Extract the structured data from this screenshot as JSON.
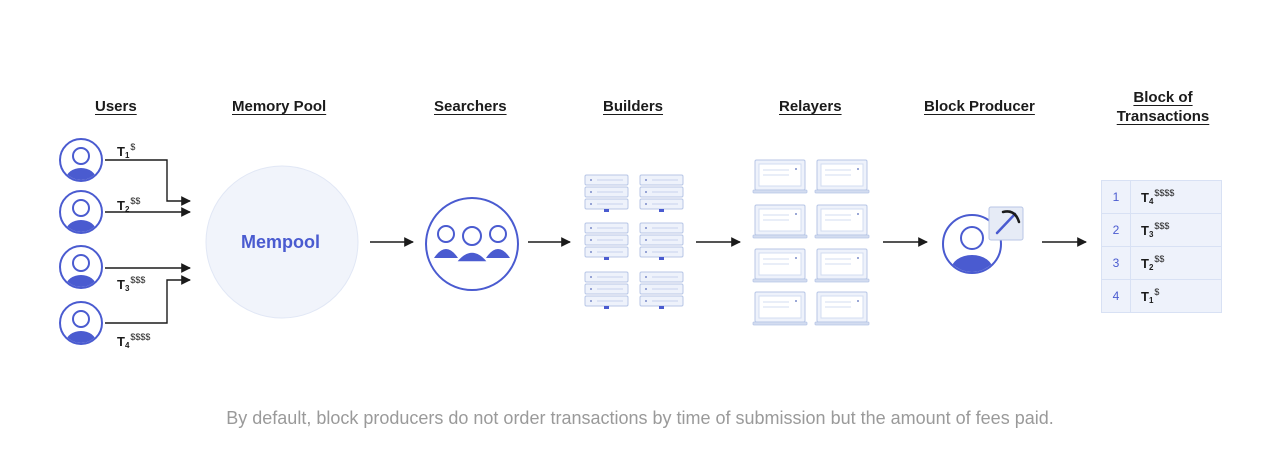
{
  "columns": {
    "users": "Users",
    "memory_pool": "Memory Pool",
    "searchers": "Searchers",
    "builders": "Builders",
    "relayers": "Relayers",
    "block_producer": "Block Producer",
    "block_of": "Block of",
    "transactions": "Transactions"
  },
  "user_transactions": [
    {
      "letter": "T",
      "sub": "1",
      "fee": "$"
    },
    {
      "letter": "T",
      "sub": "2",
      "fee": "$$"
    },
    {
      "letter": "T",
      "sub": "3",
      "fee": "$$$"
    },
    {
      "letter": "T",
      "sub": "4",
      "fee": "$$$$"
    }
  ],
  "mempool_label": "Mempool",
  "block": [
    {
      "index": "1",
      "letter": "T",
      "sub": "4",
      "fee": "$$$$"
    },
    {
      "index": "2",
      "letter": "T",
      "sub": "3",
      "fee": "$$$"
    },
    {
      "index": "3",
      "letter": "T",
      "sub": "2",
      "fee": "$$"
    },
    {
      "index": "4",
      "letter": "T",
      "sub": "1",
      "fee": "$"
    }
  ],
  "caption": "By default, block producers do not order transactions by time of submission but the amount of fees paid.",
  "colors": {
    "accent": "#4a5bd0",
    "icon_outline": "#4a5bd0",
    "light_fill": "#eef2fb",
    "caption_gray": "#9a9a9a",
    "mempool_fill": "#f1f4fb"
  },
  "icons": [
    "user-avatar-icon",
    "group-icon",
    "server-rack-icon",
    "laptop-icon",
    "pickaxe-icon",
    "arrow-right-icon"
  ]
}
